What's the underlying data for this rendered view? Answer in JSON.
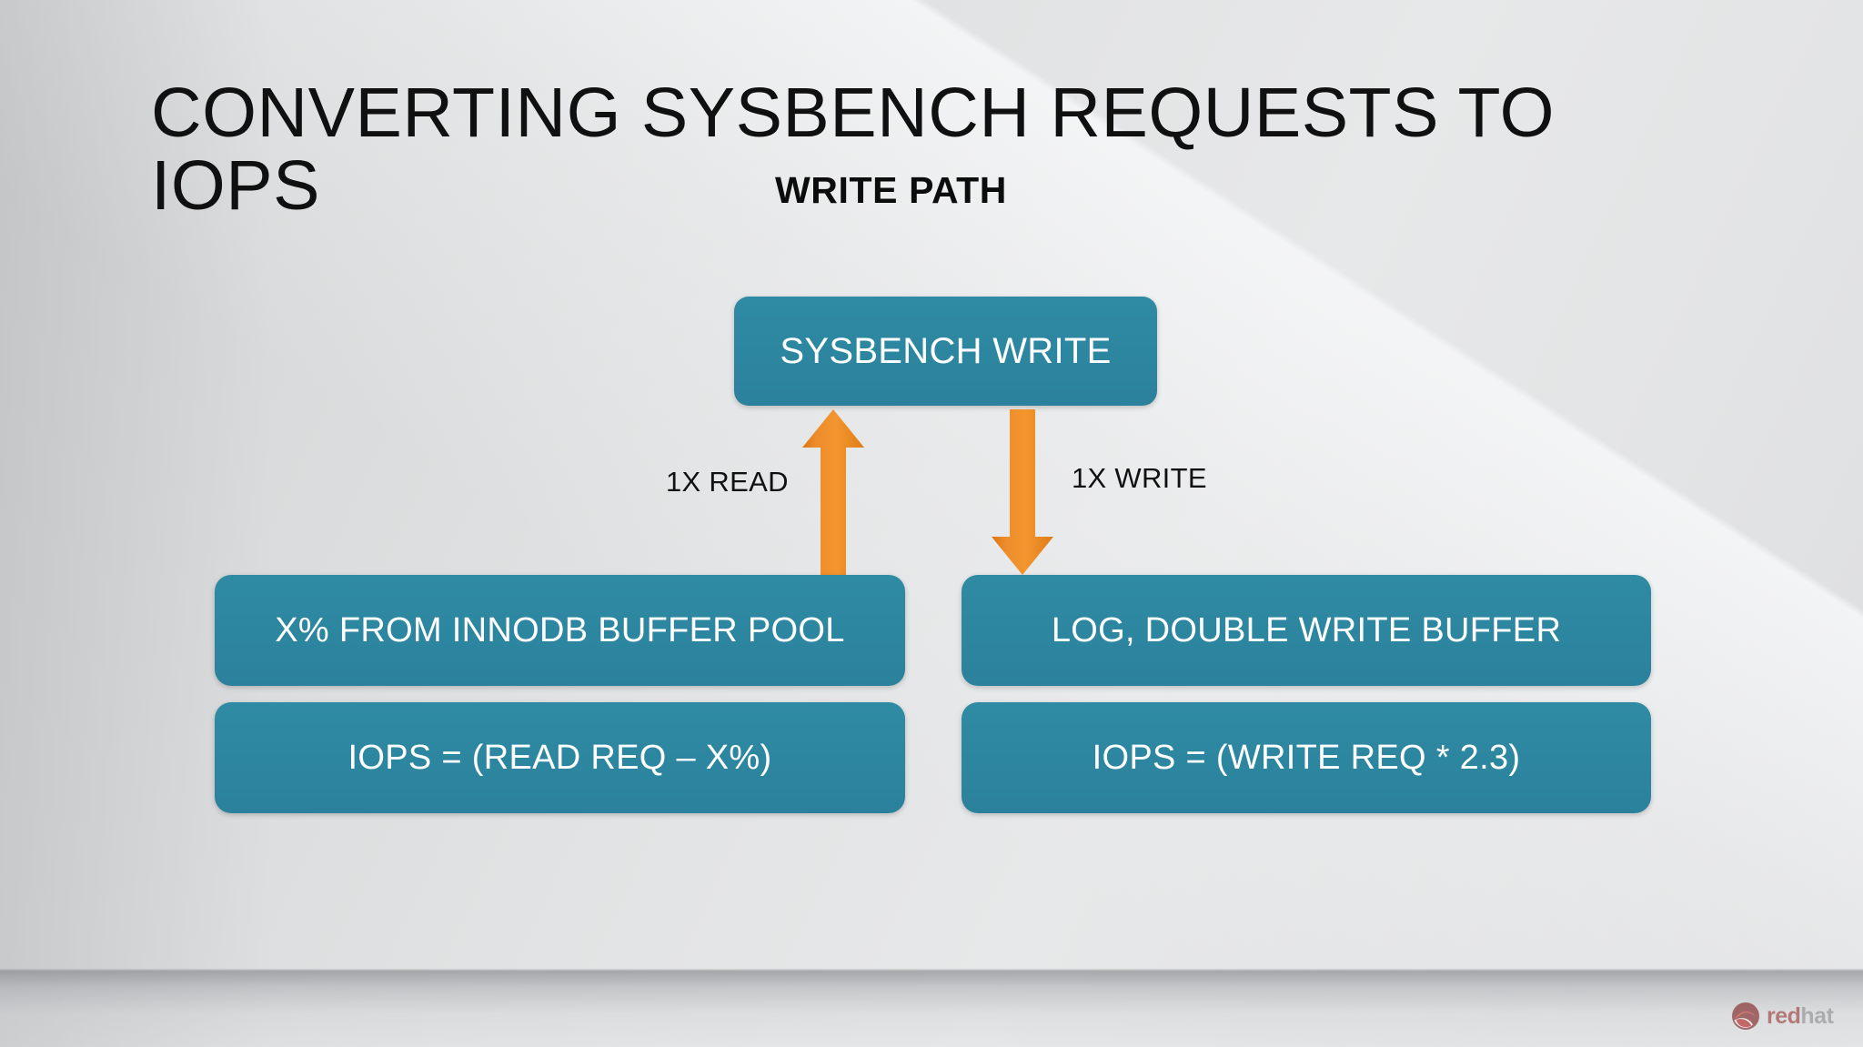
{
  "slide": {
    "title": "Converting sysbench requests to IOPS",
    "title_display": "CONVERTING SYSBENCH REQUESTS TO\nIOPS",
    "subtitle": "WRITE PATH",
    "background_color_start": "#d2d4d5",
    "background_color_end": "#e7e8e9"
  },
  "colors": {
    "box_teal": "#2d86a0",
    "arrow_orange": "#ef8b2c",
    "arrow_orange_dark": "#e07c17",
    "text_on_box": "#ffffff",
    "title_text": "#101010"
  },
  "diagram": {
    "source_node": {
      "label": "SYSBENCH WRITE"
    },
    "arrows": [
      {
        "name": "read-arrow",
        "label": "1X READ",
        "direction": "up",
        "icon": "arrow-up-icon",
        "color": "#ef8b2c"
      },
      {
        "name": "write-arrow",
        "label": "1X WRITE",
        "direction": "down",
        "icon": "arrow-down-icon",
        "color": "#ef8b2c"
      }
    ],
    "columns": [
      {
        "name": "read-path",
        "boxes": [
          {
            "label": "X% FROM INNODB BUFFER POOL"
          },
          {
            "label": "IOPS = (READ REQ – X%)"
          }
        ]
      },
      {
        "name": "write-path",
        "boxes": [
          {
            "label": "LOG, DOUBLE WRITE BUFFER"
          },
          {
            "label": "IOPS = (WRITE REQ * 2.3)"
          }
        ]
      }
    ]
  },
  "branding": {
    "logo_text_red": "red",
    "logo_text_dark": "hat",
    "logo_icon": "redhat-shadowman-icon"
  }
}
